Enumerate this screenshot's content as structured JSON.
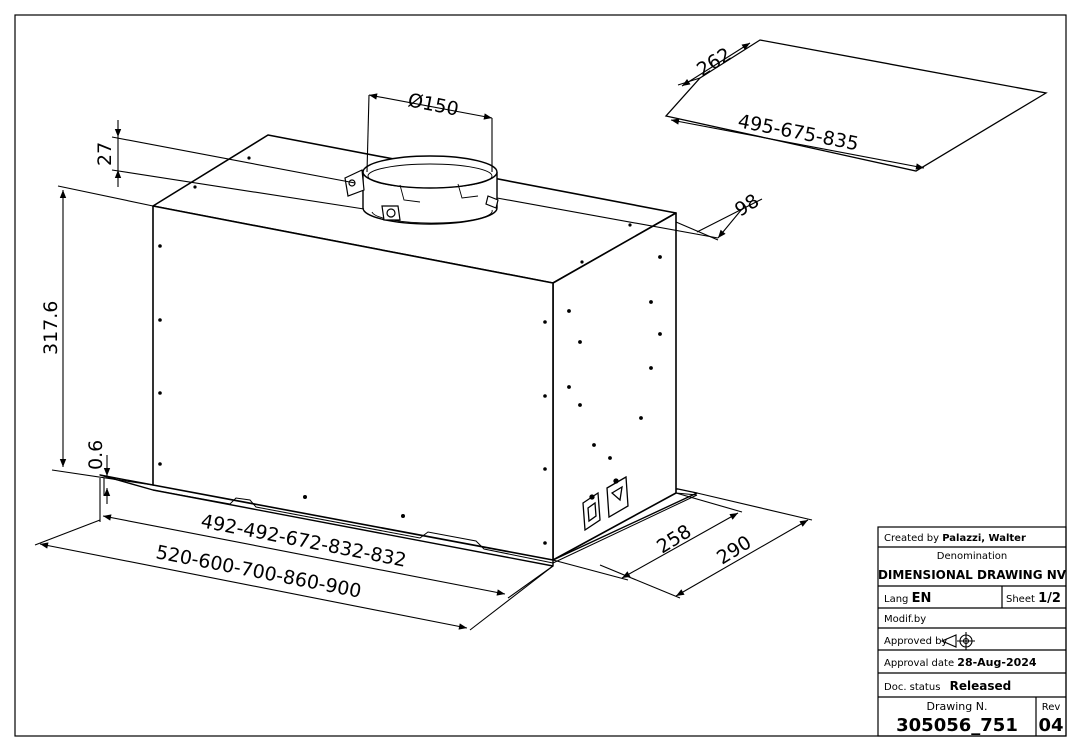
{
  "dimensions": {
    "duct_diameter": "Ø150",
    "collar_height": "27",
    "duct_offset": "98",
    "cutout_depth": "262",
    "cutout_widths": "495-675-835",
    "body_height": "317.6",
    "flange_thickness": "0.6",
    "body_widths": "492-492-672-832-832",
    "flange_widths": "520-600-700-860-900",
    "body_depth": "258",
    "flange_depth": "290"
  },
  "title_block": {
    "created_label": "Created by",
    "created_value": "Palazzi, Walter",
    "denomination_label": "Denomination",
    "denomination_value": "DIMENSIONAL DRAWING NV",
    "lang_label": "Lang",
    "lang_value": "EN",
    "sheet_label": "Sheet",
    "sheet_value": "1/2",
    "modif_label": "Modif.by",
    "approved_label": "Approved by",
    "approval_date_label": "Approval date",
    "approval_date_value": "28-Aug-2024",
    "doc_status_label": "Doc. status",
    "doc_status_value": "Released",
    "drawing_label": "Drawing N.",
    "drawing_value": "305056_751",
    "rev_label": "Rev",
    "rev_value": "04"
  }
}
